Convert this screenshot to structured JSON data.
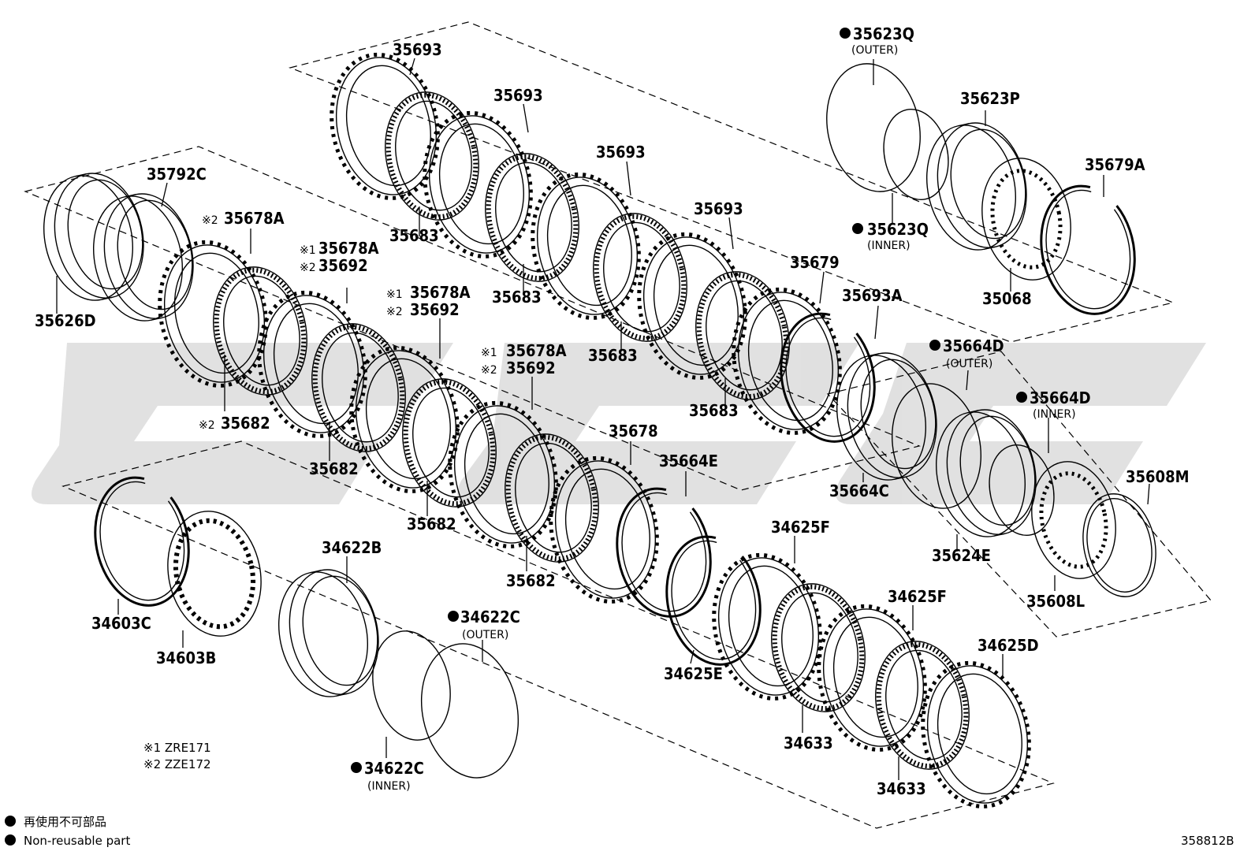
{
  "labels": {
    "p35693_a": "35693",
    "p35693_b": "35693",
    "p35693_c": "35693",
    "p35693_d": "35693",
    "p35683_a": "35683",
    "p35683_b": "35683",
    "p35683_c": "35683",
    "p35683_d": "35683",
    "p35679": "35679",
    "p35693A": "35693A",
    "p35792C": "35792C",
    "p35626D": "35626D",
    "p35678A_1": "35678A",
    "p35678A_2": "35678A",
    "p35692_2": "35692",
    "p35678A_3": "35678A",
    "p35692_3": "35692",
    "p35678A_4": "35678A",
    "p35692_4": "35692",
    "p35682_1": "35682",
    "p35682_2": "35682",
    "p35682_3": "35682",
    "p35682_4": "35682",
    "p35678": "35678",
    "p35664E": "35664E",
    "p35623Q_outer": "35623Q",
    "p35623Q_outer_sub": "(OUTER)",
    "p35623P": "35623P",
    "p35623Q_inner": "35623Q",
    "p35623Q_inner_sub": "(INNER)",
    "p35679A": "35679A",
    "p35068": "35068",
    "p35664D_outer": "35664D",
    "p35664D_outer_sub": "(OUTER)",
    "p35664D_inner": "35664D",
    "p35664D_inner_sub": "(INNER)",
    "p35664C": "35664C",
    "p35608M": "35608M",
    "p35624E": "35624E",
    "p35608L": "35608L",
    "p34622B": "34622B",
    "p34603C": "34603C",
    "p34603B": "34603B",
    "p34622C_outer": "34622C",
    "p34622C_outer_sub": "(OUTER)",
    "p34622C_inner": "34622C",
    "p34622C_inner_sub": "(INNER)",
    "p34625F_a": "34625F",
    "p34625F_b": "34625F",
    "p34625E": "34625E",
    "p34625D": "34625D",
    "p34633_a": "34633",
    "p34633_b": "34633"
  },
  "marks": {
    "ref1": "※1",
    "ref2": "※2"
  },
  "notes": {
    "zre": "※1 ZRE171",
    "zze": "※2 ZZE172"
  },
  "legend": {
    "jp": "再使用不可部品",
    "en": "Non-reusable part"
  },
  "code": "358812B"
}
